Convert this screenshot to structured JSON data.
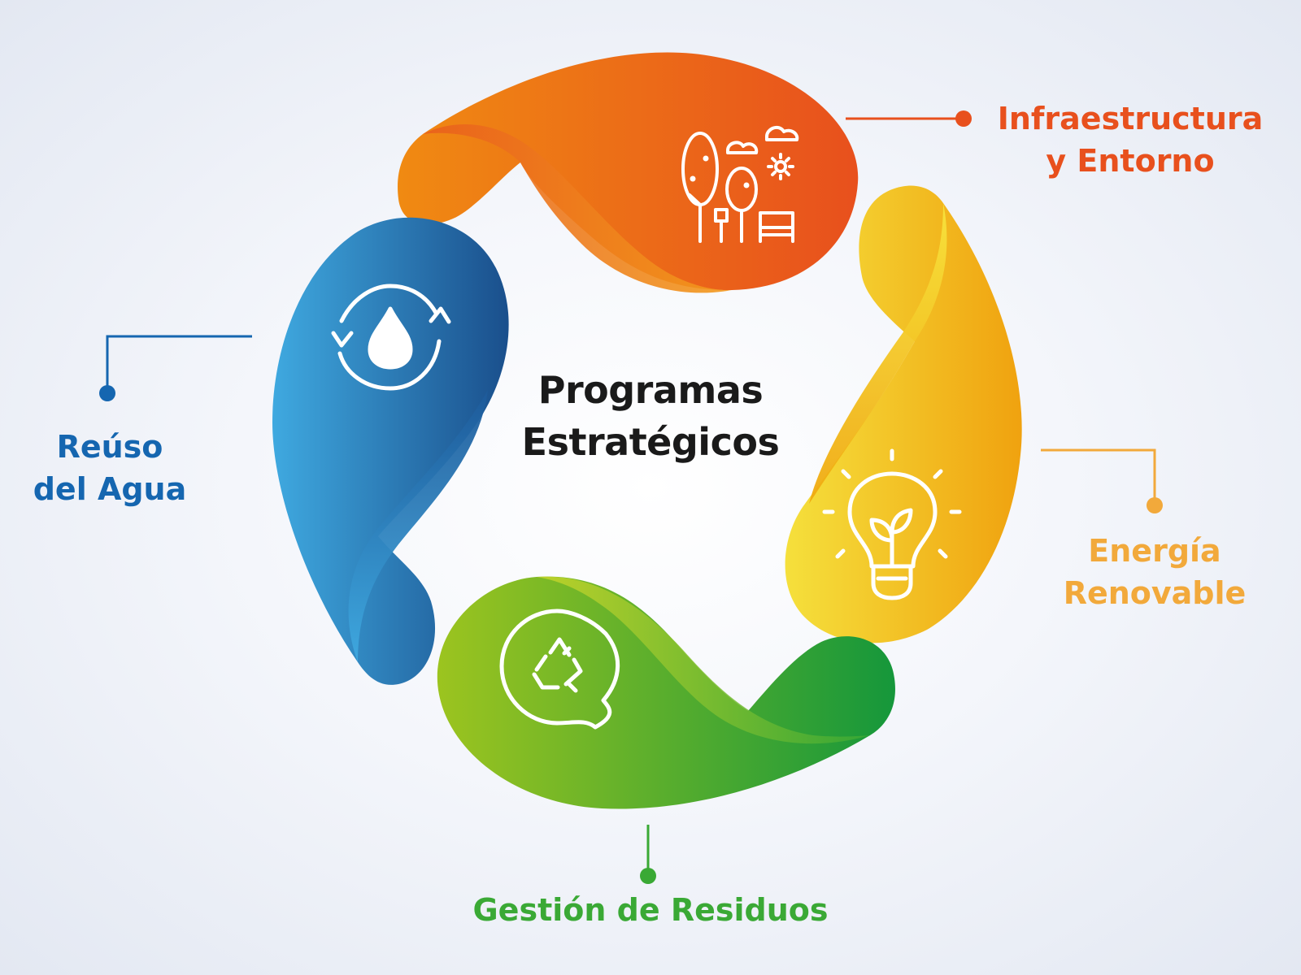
{
  "title": {
    "line1": "Programas",
    "line2": "Estratégicos"
  },
  "programs": [
    {
      "id": "infraestructura",
      "line1": "Infraestructura",
      "line2": "y Entorno",
      "color": "#e8501d",
      "icon": "park-trees-bench-icon"
    },
    {
      "id": "energia",
      "line1": "Energía",
      "line2": "Renovable",
      "color": "#f2a93b",
      "icon": "lightbulb-sprout-icon"
    },
    {
      "id": "residuos",
      "line1": "Gestión de Residuos",
      "color": "#3aa935",
      "icon": "recycle-speech-bubble-icon"
    },
    {
      "id": "agua",
      "line1": "Reúso",
      "line2": "del Agua",
      "color": "#1566b0",
      "icon": "water-drop-cycle-icon"
    }
  ],
  "palette": {
    "orange_start": "#f08a12",
    "orange_end": "#e8501d",
    "yellow_start": "#f5dd3a",
    "yellow_end": "#f0a90f",
    "green_start": "#9cc41f",
    "green_end": "#15973b",
    "blue_start": "#3fa9e0",
    "blue_end": "#1a4f8c"
  }
}
